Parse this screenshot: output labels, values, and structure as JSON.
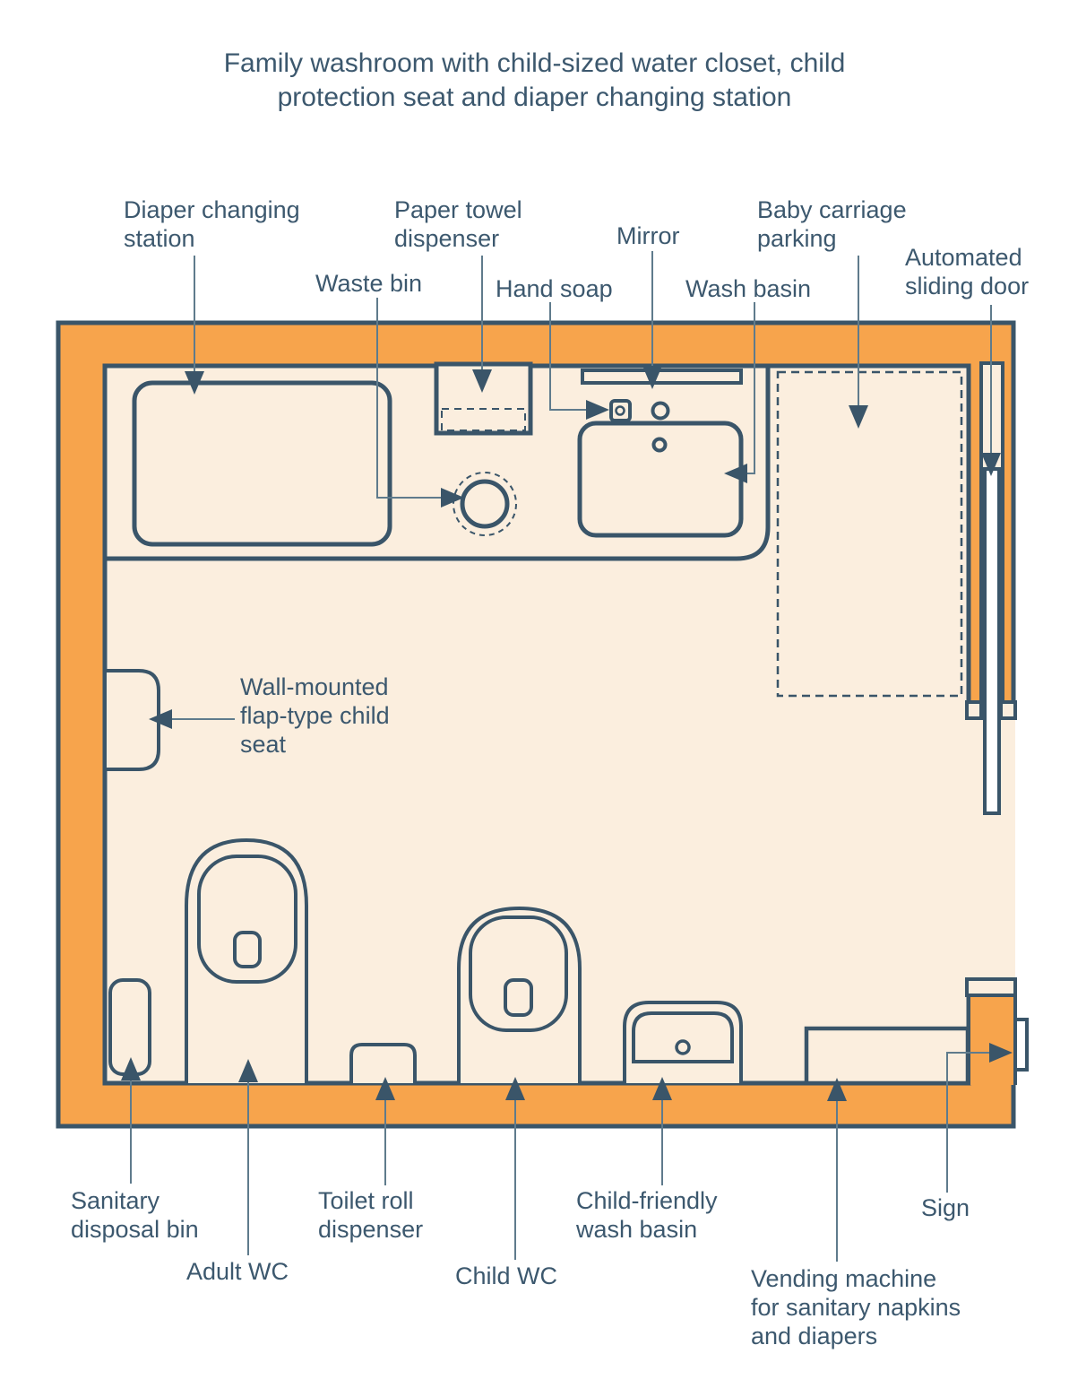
{
  "title": "Family washroom with child-sized water closet, child\nprotection seat and diaper changing station",
  "colors": {
    "wall": "#F7A44C",
    "floor": "#FBEEDE",
    "outline": "#3A5569",
    "text": "#3C586E",
    "leader": "#5F7B8C",
    "door": "#FFFFFF"
  },
  "labels": {
    "diaper_changing_station": "Diaper changing\nstation",
    "paper_towel_dispenser": "Paper towel\ndispenser",
    "waste_bin": "Waste bin",
    "hand_soap": "Hand soap",
    "mirror": "Mirror",
    "wash_basin": "Wash basin",
    "baby_carriage_parking": "Baby carriage\nparking",
    "automated_sliding_door": "Automated\nsliding door",
    "child_seat": "Wall-mounted\nflap-type child\nseat",
    "sanitary_disposal_bin": "Sanitary\ndisposal bin",
    "adult_wc": "Adult WC",
    "toilet_roll_dispenser": "Toilet roll\ndispenser",
    "child_wc": "Child WC",
    "child_friendly_wash_basin": "Child-friendly\nwash basin",
    "vending_machine": "Vending machine\nfor sanitary napkins\nand diapers",
    "sign": "Sign"
  }
}
